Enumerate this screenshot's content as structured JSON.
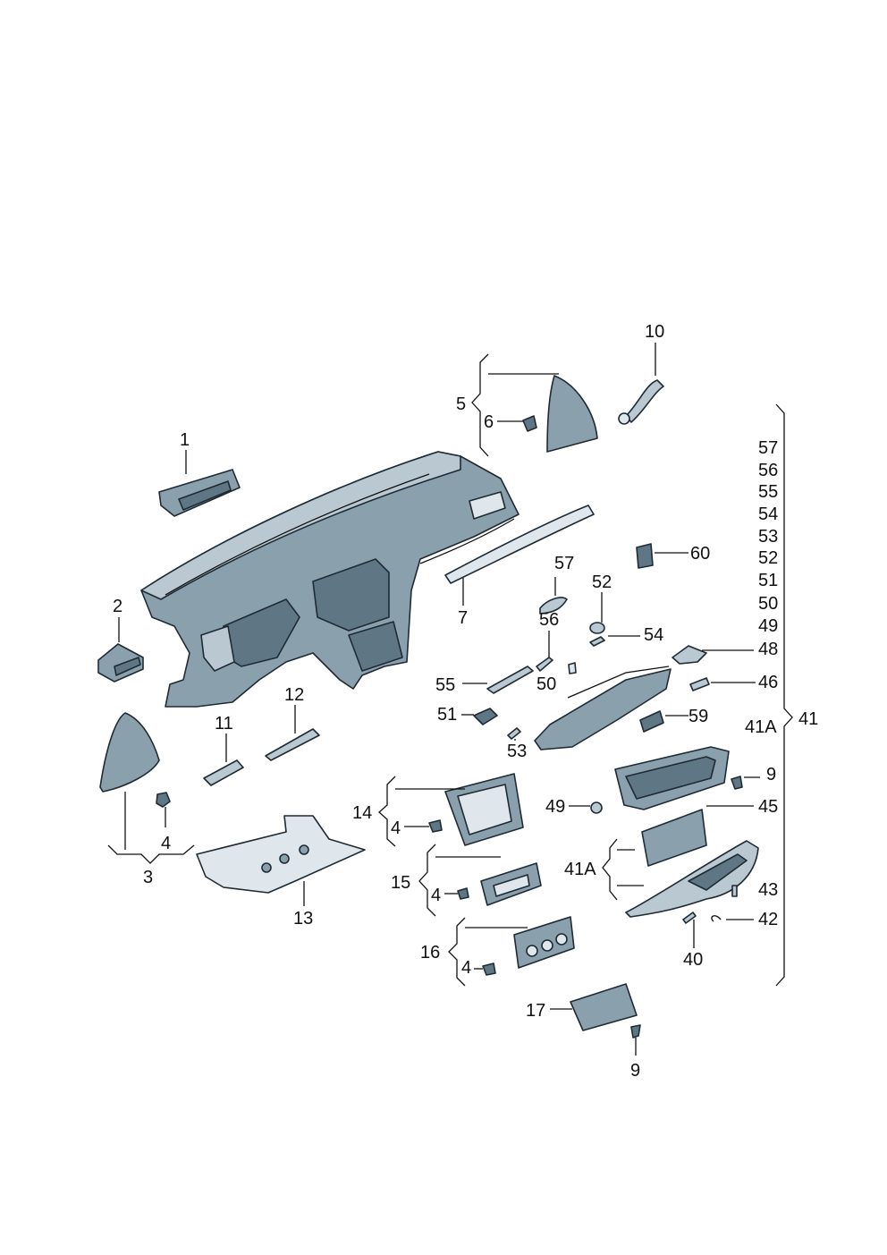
{
  "labels": {
    "p1": "1",
    "p2": "2",
    "p3": "3",
    "p4a": "4",
    "p4b": "4",
    "p4c": "4",
    "p4d": "4",
    "p5": "5",
    "p6": "6",
    "p7": "7",
    "p9a": "9",
    "p9b": "9",
    "p10": "10",
    "p11": "11",
    "p12": "12",
    "p13": "13",
    "p14": "14",
    "p15": "15",
    "p16": "16",
    "p17": "17",
    "p40": "40",
    "p41": "41",
    "p41A_top": "41A",
    "p41A_mid": "41A",
    "p42": "42",
    "p43": "43",
    "p45": "45",
    "p46": "46",
    "p48": "48",
    "p49": "49",
    "p50": "50",
    "p51": "51",
    "p52": "52",
    "p53": "53",
    "p54": "54",
    "p55": "55",
    "p56": "56",
    "p57": "57",
    "p59": "59",
    "p60": "60"
  },
  "column_41": [
    "57",
    "56",
    "55",
    "54",
    "53",
    "52",
    "51",
    "50",
    "49",
    "48"
  ]
}
